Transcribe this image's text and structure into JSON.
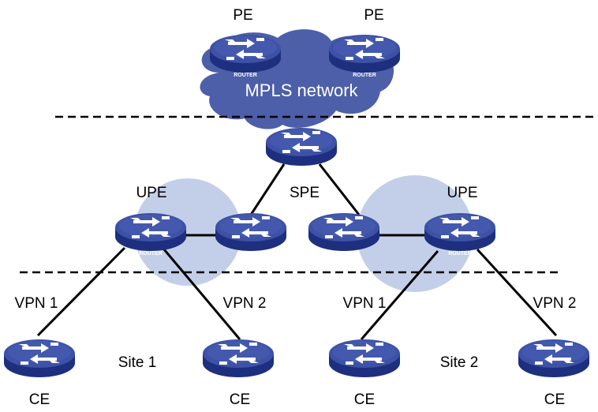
{
  "diagram": {
    "cloud_label": "MPLS network",
    "router_caption": "ROUTER",
    "labels": {
      "pe_left": "PE",
      "pe_right": "PE",
      "spe": "SPE",
      "upe_left": "UPE",
      "upe_right": "UPE",
      "vpn1_left": "VPN 1",
      "vpn2_left": "VPN 2",
      "vpn1_right": "VPN 1",
      "vpn2_right": "VPN 2",
      "site1": "Site 1",
      "site2": "Site 2",
      "ce1": "CE",
      "ce2": "CE",
      "ce3": "CE",
      "ce4": "CE"
    }
  },
  "colors": {
    "cloud": "#4d5fa9",
    "site_area": "#c3cfe8",
    "router_top": "#3a4fa3",
    "router_side": "#1d2f7e",
    "line": "#000000"
  }
}
